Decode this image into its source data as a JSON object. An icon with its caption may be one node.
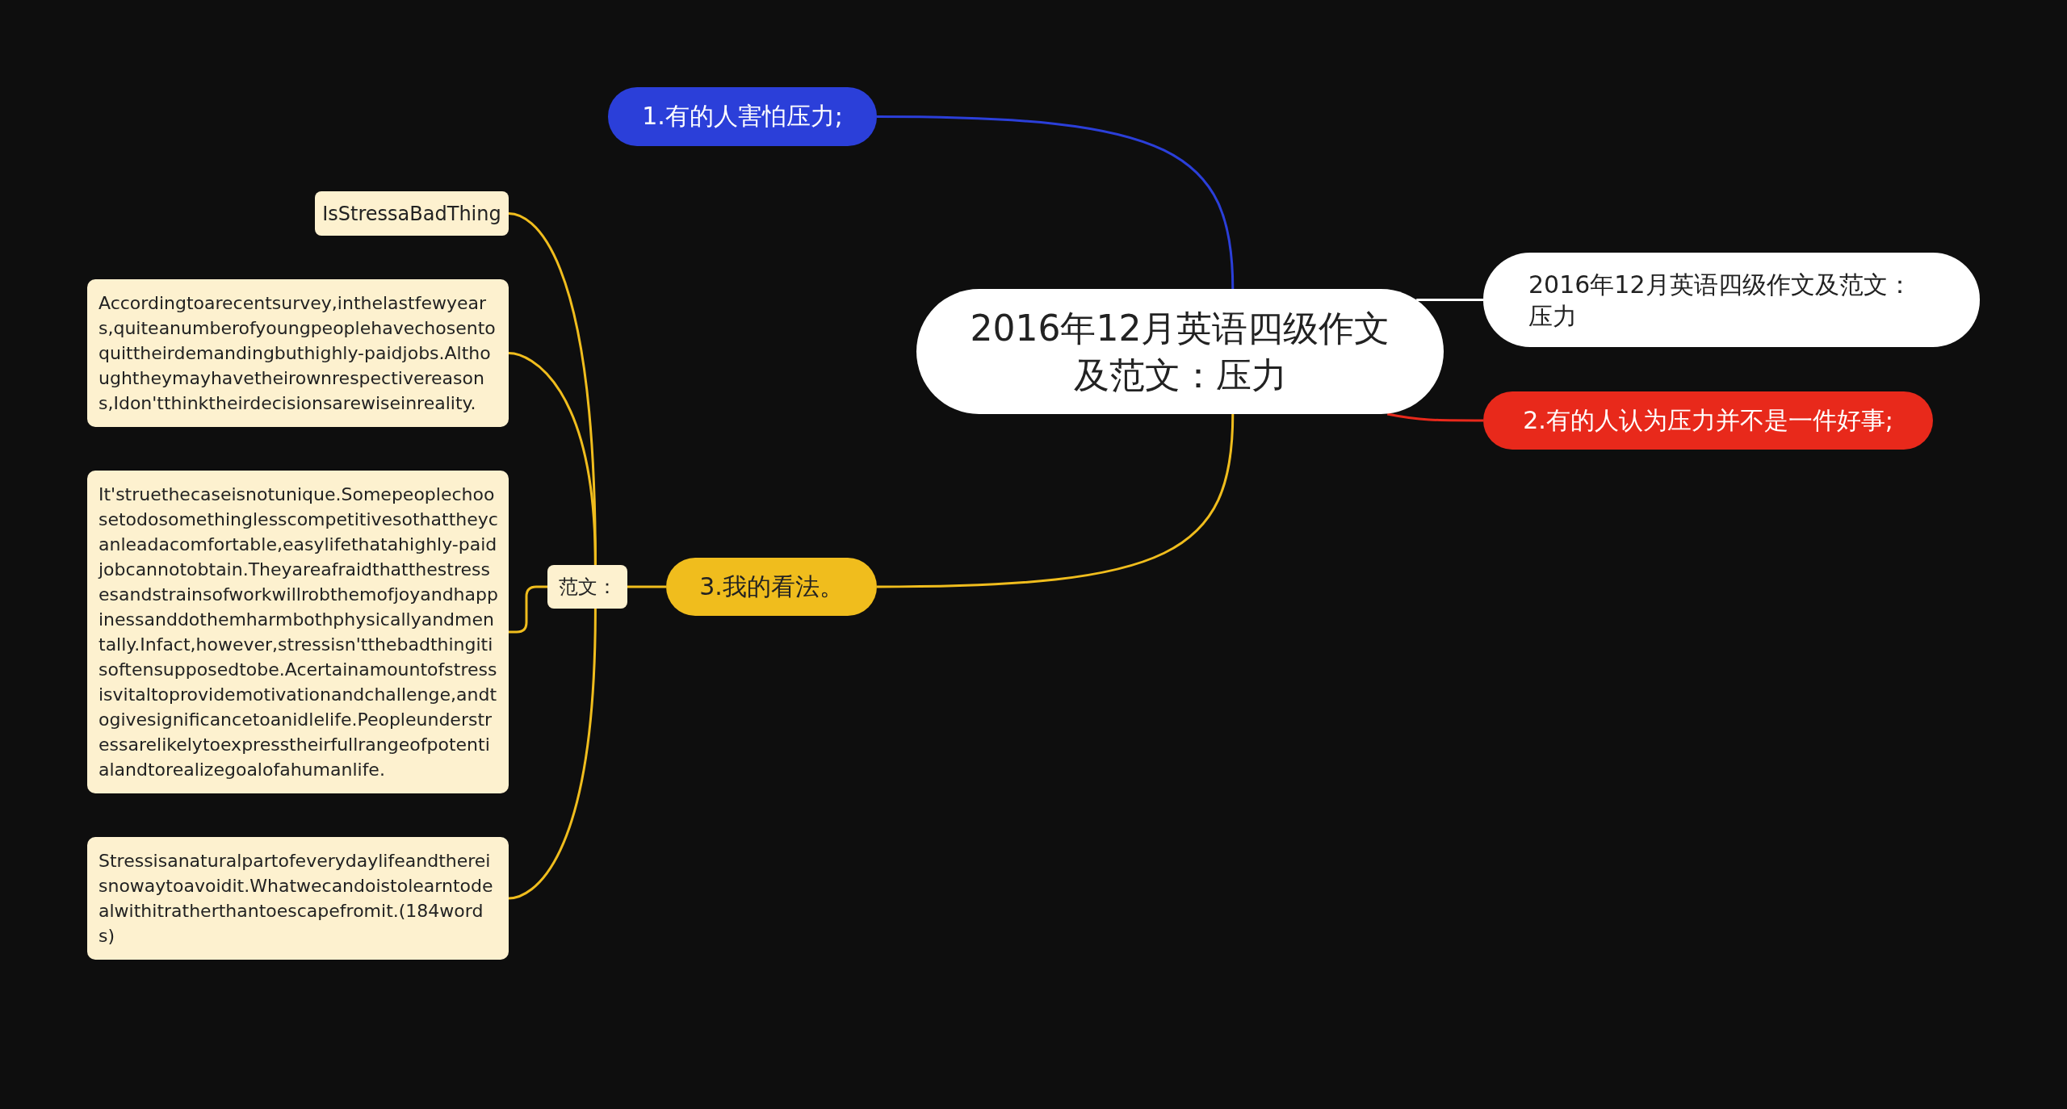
{
  "diagram": {
    "nodes": [
      {
        "text": [
          "2016年12月英语四级作文及范文：压力"
        ]
      },
      {
        "text": [
          "1.有的人害怕压力;"
        ]
      },
      {
        "text": [
          "2016年12月英语四级作文及范文：压力"
        ]
      },
      {
        "text": [
          "2.有的人认为压力并不是一件好事;"
        ]
      },
      {
        "text": [
          "3.我的看法。"
        ]
      },
      {
        "text": [
          "范文："
        ]
      },
      {
        "text": [
          "IsStressaBadThing"
        ]
      },
      {
        "text": [
          "Accordingtoarecentsurvey,inthelastfewyears,quiteanumberofyoungpeoplehavechosentoquittheirdemandingbuthighly-paidjobs.Althoughtheymayhavetheirownrespectivereasons,Idon'tthinktheirdecisionsarewiseinreality."
        ]
      },
      {
        "text": [
          "It'struethecaseisnotunique.Somepeoplechoosetodosomethinglesscompetitivesothattheycanleadacomfortable,easylifethatahighly-paidjobcannotobtain.Theyareafraidthatthestressesandstrainsofworkwillrobthemofjoyandhappinessanddothemharmbothphysicallyandmentally.Infact,however,stressisn'tthebadthingitisoftensupposedtobe.Acertainamountofstressisvitaltoprovidemotivationandchallenge,andtogivesignificancetoanidlelife.Peopleunderstressarelikelytoexpresstheirfullrangeofpotentialandtorealizegoalofahumanlife."
        ]
      },
      {
        "text": [
          "Stressisanaturalpartofeverydaylifeandthereisnowaytoavoidit.Whatwecandoistolearntodealwithitratherthantoescapefromit.(184words)"
        ]
      }
    ],
    "edges": [
      {
        "from": 0,
        "to": 1,
        "arrow": "none",
        "color": "#2b3fd9"
      },
      {
        "from": 0,
        "to": 2,
        "arrow": "none",
        "color": "#ffffff"
      },
      {
        "from": 0,
        "to": 3,
        "arrow": "none",
        "color": "#e8291b"
      },
      {
        "from": 0,
        "to": 4,
        "arrow": "none",
        "color": "#f0bd1d"
      },
      {
        "from": 4,
        "to": 5,
        "arrow": "none",
        "color": "#f0bd1d"
      },
      {
        "from": 5,
        "to": 6,
        "arrow": "none",
        "color": "#f0bd1d"
      },
      {
        "from": 5,
        "to": 7,
        "arrow": "none",
        "color": "#f0bd1d"
      },
      {
        "from": 5,
        "to": 8,
        "arrow": "none",
        "color": "#f0bd1d"
      },
      {
        "from": 5,
        "to": 9,
        "arrow": "none",
        "color": "#f0bd1d"
      }
    ]
  }
}
